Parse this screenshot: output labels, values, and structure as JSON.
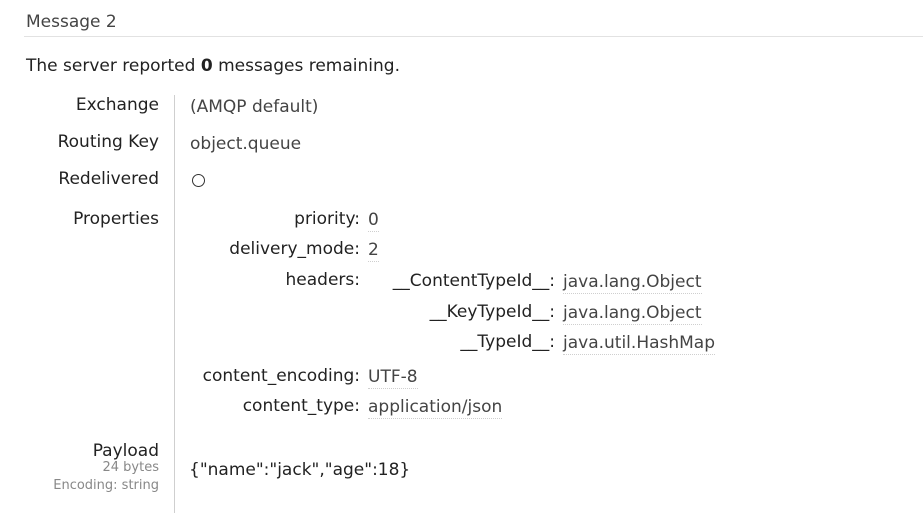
{
  "section_title": "Message 2",
  "summary": {
    "prefix": "The server reported ",
    "count": "0",
    "suffix": " messages remaining."
  },
  "fields": {
    "exchange": {
      "label": "Exchange",
      "value": "(AMQP default)"
    },
    "routing_key": {
      "label": "Routing Key",
      "value": "object.queue"
    },
    "redelivered": {
      "label": "Redelivered",
      "checked": false
    },
    "properties": {
      "label": "Properties"
    }
  },
  "properties": {
    "priority": {
      "key": "priority:",
      "value": "0"
    },
    "delivery_mode": {
      "key": "delivery_mode:",
      "value": "2"
    },
    "headers": {
      "key": "headers:",
      "entries": [
        {
          "key": "__ContentTypeId__:",
          "value": "java.lang.Object"
        },
        {
          "key": "__KeyTypeId__:",
          "value": "java.lang.Object"
        },
        {
          "key": "__TypeId__:",
          "value": "java.util.HashMap"
        }
      ]
    },
    "content_encoding": {
      "key": "content_encoding:",
      "value": "UTF-8"
    },
    "content_type": {
      "key": "content_type:",
      "value": "application/json"
    }
  },
  "payload": {
    "label": "Payload",
    "size": "24 bytes",
    "encoding": "Encoding: string",
    "body": "{\"name\":\"jack\",\"age\":18}"
  }
}
